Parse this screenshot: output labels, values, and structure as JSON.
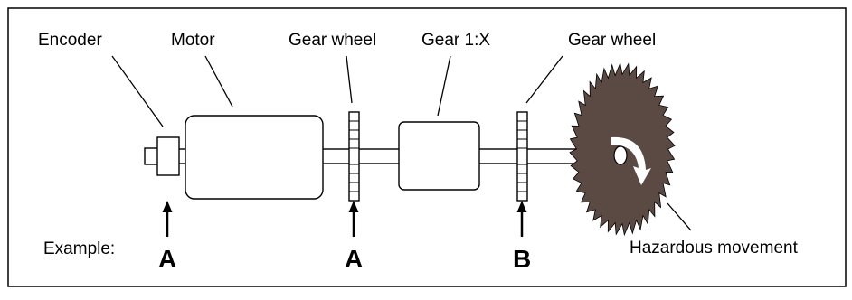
{
  "labels": {
    "encoder": "Encoder",
    "motor": "Motor",
    "gear_wheel_1": "Gear wheel",
    "gear_ratio": "Gear 1:X",
    "gear_wheel_2": "Gear wheel",
    "example": "Example:",
    "hazardous": "Hazardous movement"
  },
  "positions": {
    "encoder": "A",
    "gear_wheel_1": "A",
    "gear_wheel_2": "B"
  },
  "colors": {
    "blade": "#5b4a44",
    "blade_arrow": "#ffffff",
    "line": "#000000"
  }
}
